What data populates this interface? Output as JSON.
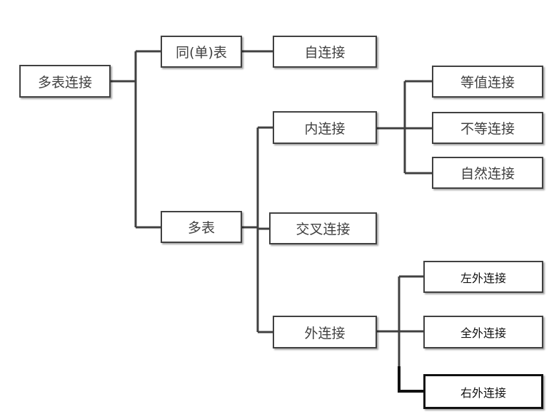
{
  "diagram": {
    "root": "多表连接",
    "same_table": "同(单)表",
    "self_join": "自连接",
    "multi_table": "多表",
    "inner_join": "内连接",
    "equi_join": "等值连接",
    "non_equi_join": "不等连接",
    "natural_join": "自然连接",
    "cross_join": "交叉连接",
    "outer_join": "外连接",
    "left_outer_join": "左外连接",
    "full_outer_join": "全外连接",
    "right_outer_join": "右外连接"
  },
  "colors": {
    "line": "#404040",
    "line_strong": "#111111",
    "box_border": "#404040"
  }
}
